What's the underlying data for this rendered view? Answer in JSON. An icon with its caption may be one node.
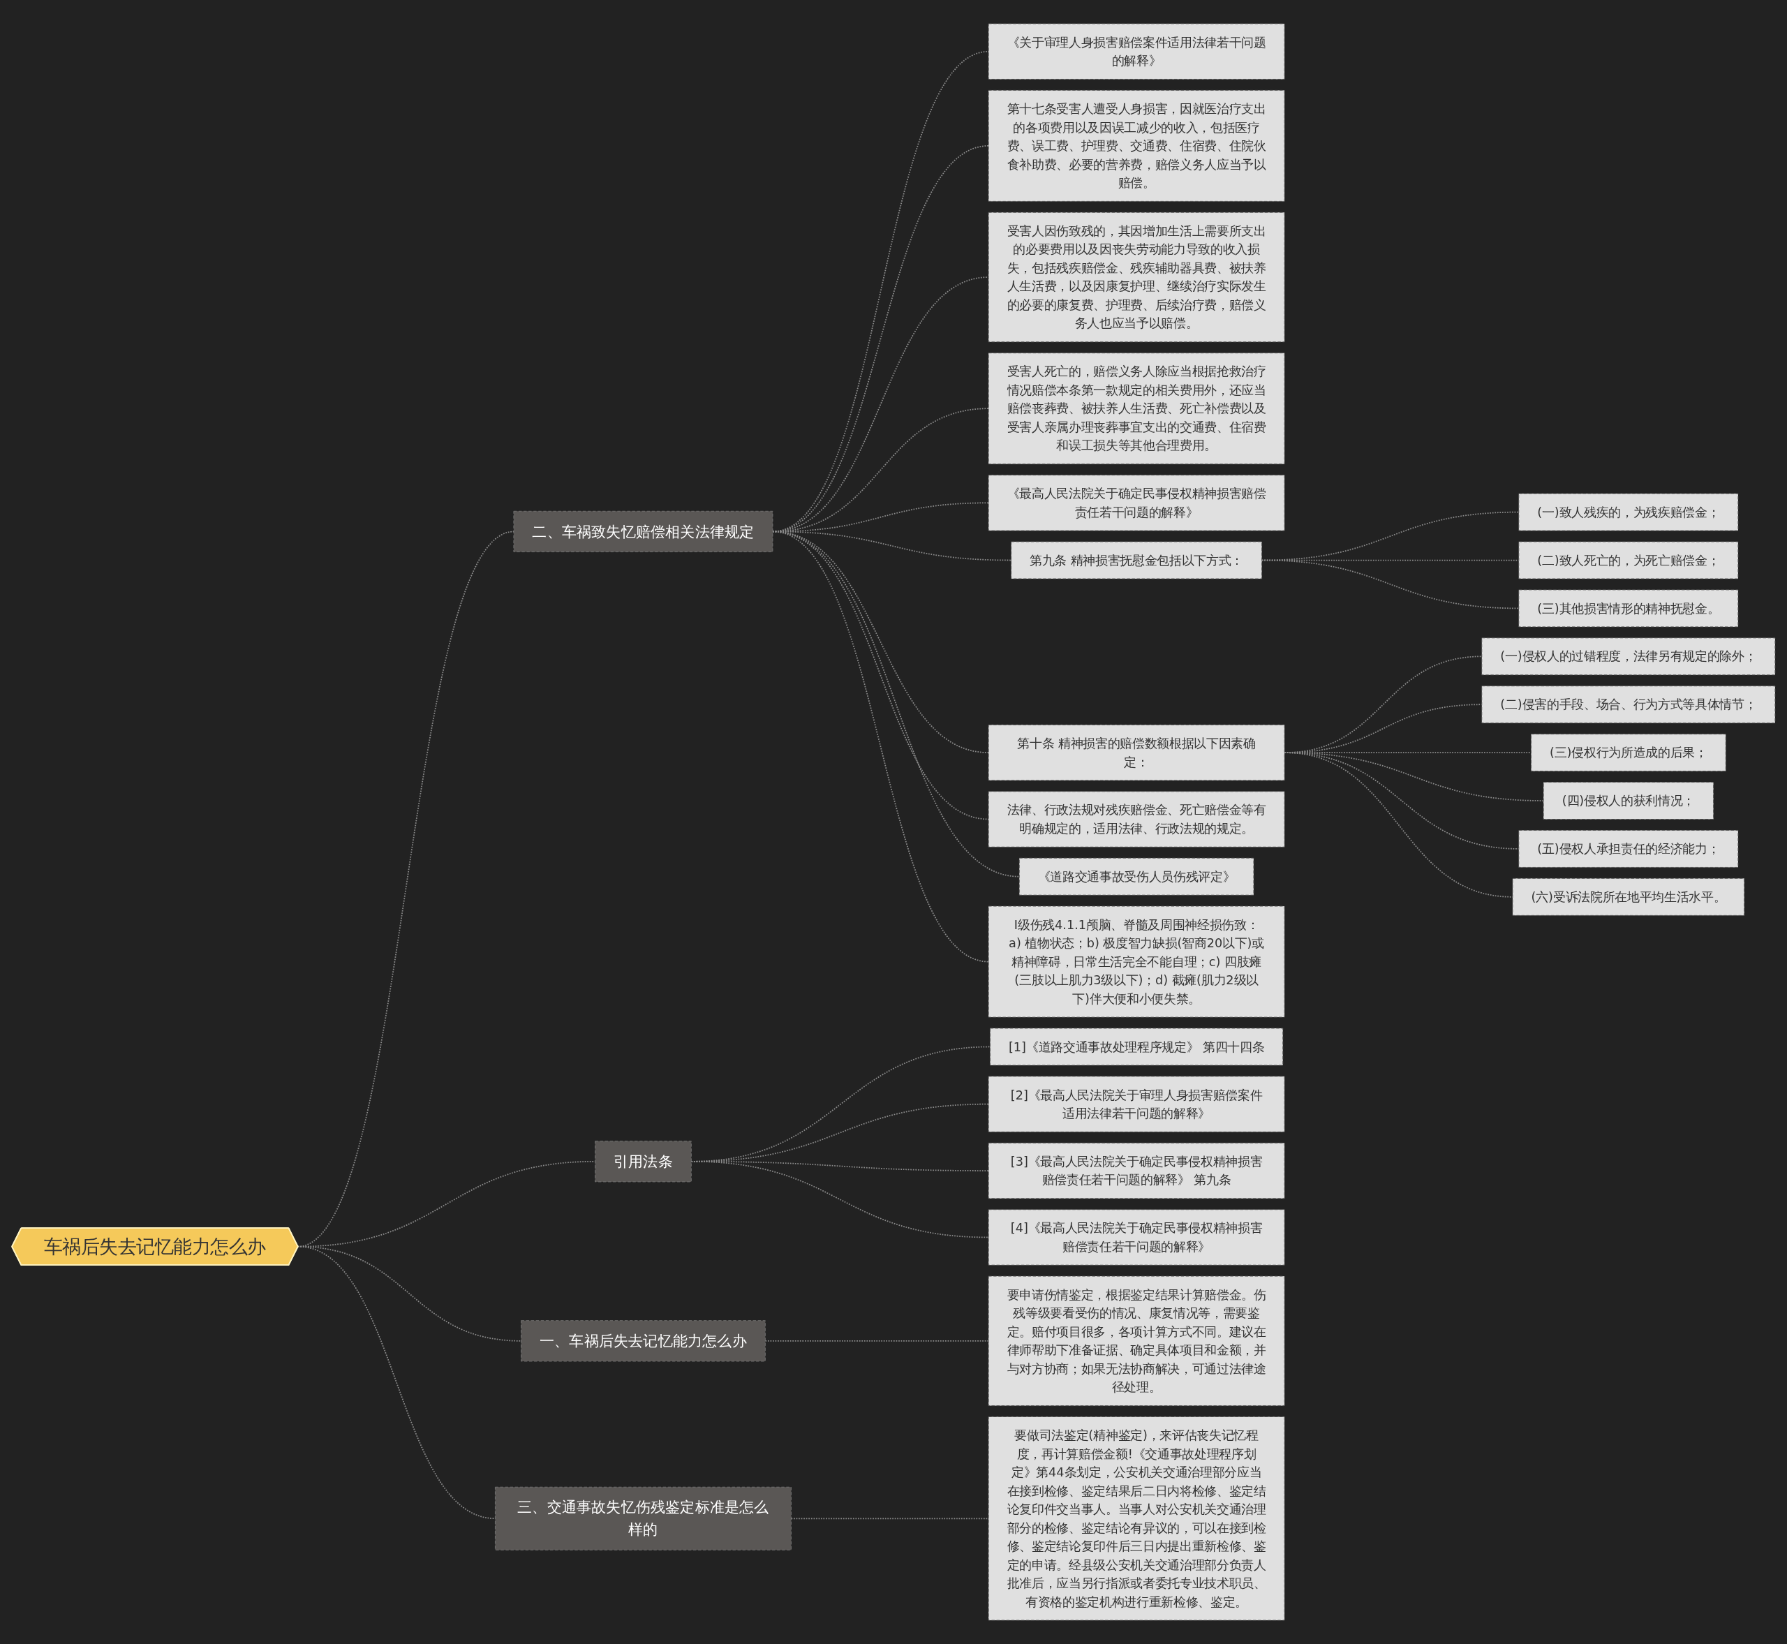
{
  "diagram": {
    "nodes": [
      {
        "text": [
          "车祸后失去记忆能力怎么办"
        ]
      },
      {
        "text": [
          "二、车祸致失忆赔偿相关法律规定"
        ]
      },
      {
        "text": [
          "《关于审理人身损害赔偿案件适用法律若干问题的解释》"
        ]
      },
      {
        "text": [
          "第十七条受害人遭受人身损害，因就医治疗支出的各项费用以及因误工减少的收入，包括医疗费、误工费、护理费、交通费、住宿费、住院伙食补助费、必要的营养费，赔偿义务人应当予以赔偿。"
        ]
      },
      {
        "text": [
          "受害人因伤致残的，其因增加生活上需要所支出的必要费用以及因丧失劳动能力导致的收入损失，包括残疾赔偿金、残疾辅助器具费、被扶养人生活费，以及因康复护理、继续治疗实际发生的必要的康复费、护理费、后续治疗费，赔偿义务人也应当予以赔偿。"
        ]
      },
      {
        "text": [
          "受害人死亡的，赔偿义务人除应当根据抢救治疗情况赔偿本条第一款规定的相关费用外，还应当赔偿丧葬费、被扶养人生活费、死亡补偿费以及受害人亲属办理丧葬事宜支出的交通费、住宿费和误工损失等其他合理费用。"
        ]
      },
      {
        "text": [
          "《最高人民法院关于确定民事侵权精神损害赔偿责任若干问题的解释》"
        ]
      },
      {
        "text": [
          "第九条 精神损害抚慰金包括以下方式："
        ]
      },
      {
        "text": [
          "(一)致人残疾的，为残疾赔偿金；"
        ]
      },
      {
        "text": [
          "(二)致人死亡的，为死亡赔偿金；"
        ]
      },
      {
        "text": [
          "(三)其他损害情形的精神抚慰金。"
        ]
      },
      {
        "text": [
          "第十条 精神损害的赔偿数额根据以下因素确定："
        ]
      },
      {
        "text": [
          "(一)侵权人的过错程度，法律另有规定的除外；"
        ]
      },
      {
        "text": [
          "(二)侵害的手段、场合、行为方式等具体情节；"
        ]
      },
      {
        "text": [
          "(三)侵权行为所造成的后果；"
        ]
      },
      {
        "text": [
          "(四)侵权人的获利情况；"
        ]
      },
      {
        "text": [
          "(五)侵权人承担责任的经济能力；"
        ]
      },
      {
        "text": [
          "(六)受诉法院所在地平均生活水平。"
        ]
      },
      {
        "text": [
          "法律、行政法规对残疾赔偿金、死亡赔偿金等有明确规定的，适用法律、行政法规的规定。"
        ]
      },
      {
        "text": [
          "《道路交通事故受伤人员伤残评定》"
        ]
      },
      {
        "text": [
          "Ⅰ级伤残4.1.1颅脑、脊髓及周围神经损伤致：a) 植物状态；b) 极度智力缺损(智商20以下)或精神障碍，日常生活完全不能自理；c) 四肢瘫(三肢以上肌力3级以下)；d) 截瘫(肌力2级以下)伴大便和小便失禁。"
        ]
      },
      {
        "text": [
          "引用法条"
        ]
      },
      {
        "text": [
          "[1]《道路交通事故处理程序规定》 第四十四条"
        ]
      },
      {
        "text": [
          "[2]《最高人民法院关于审理人身损害赔偿案件适用法律若干问题的解释》"
        ]
      },
      {
        "text": [
          "[3]《最高人民法院关于确定民事侵权精神损害赔偿责任若干问题的解释》 第九条"
        ]
      },
      {
        "text": [
          "[4]《最高人民法院关于确定民事侵权精神损害赔偿责任若干问题的解释》"
        ]
      },
      {
        "text": [
          "一、车祸后失去记忆能力怎么办"
        ]
      },
      {
        "text": [
          "要申请伤情鉴定，根据鉴定结果计算赔偿金。伤残等级要看受伤的情况、康复情况等，需要鉴定。赔付项目很多，各项计算方式不同。建议在律师帮助下准备证据、确定具体项目和金额，并与对方协商；如果无法协商解决，可通过法律途径处理。"
        ]
      },
      {
        "text": [
          "三、交通事故失忆伤残鉴定标准是怎么样的"
        ]
      },
      {
        "text": [
          "要做司法鉴定(精神鉴定)，来评估丧失记忆程度，再计算赔偿金额!《交通事故处理程序划定》第44条划定，公安机关交通治理部分应当在接到检修、鉴定结果后二日内将检修、鉴定结论复印件交当事人。当事人对公安机关交通治理部分的检修、鉴定结论有异议的，可以在接到检修、鉴定结论复印件后三日内提出重新检修、鉴定的申请。经县级公安机关交通治理部分负责人批准后，应当另行指派或者委托专业技术职员、有资格的鉴定机构进行重新检修、鉴定。"
        ]
      }
    ],
    "edges": [
      {
        "from": 0,
        "to": 1,
        "arrow": "none",
        "style": "dashed"
      },
      {
        "from": 1,
        "to": 2,
        "arrow": "none",
        "style": "dashed"
      },
      {
        "from": 1,
        "to": 3,
        "arrow": "none",
        "style": "dashed"
      },
      {
        "from": 1,
        "to": 4,
        "arrow": "none",
        "style": "dashed"
      },
      {
        "from": 1,
        "to": 5,
        "arrow": "none",
        "style": "dashed"
      },
      {
        "from": 1,
        "to": 6,
        "arrow": "none",
        "style": "dashed"
      },
      {
        "from": 1,
        "to": 7,
        "arrow": "none",
        "style": "dashed"
      },
      {
        "from": 7,
        "to": 8,
        "arrow": "none",
        "style": "dashed"
      },
      {
        "from": 7,
        "to": 9,
        "arrow": "none",
        "style": "dashed"
      },
      {
        "from": 7,
        "to": 10,
        "arrow": "none",
        "style": "dashed"
      },
      {
        "from": 1,
        "to": 11,
        "arrow": "none",
        "style": "dashed"
      },
      {
        "from": 11,
        "to": 12,
        "arrow": "none",
        "style": "dashed"
      },
      {
        "from": 11,
        "to": 13,
        "arrow": "none",
        "style": "dashed"
      },
      {
        "from": 11,
        "to": 14,
        "arrow": "none",
        "style": "dashed"
      },
      {
        "from": 11,
        "to": 15,
        "arrow": "none",
        "style": "dashed"
      },
      {
        "from": 11,
        "to": 16,
        "arrow": "none",
        "style": "dashed"
      },
      {
        "from": 11,
        "to": 17,
        "arrow": "none",
        "style": "dashed"
      },
      {
        "from": 1,
        "to": 18,
        "arrow": "none",
        "style": "dashed"
      },
      {
        "from": 1,
        "to": 19,
        "arrow": "none",
        "style": "dashed"
      },
      {
        "from": 1,
        "to": 20,
        "arrow": "none",
        "style": "dashed"
      },
      {
        "from": 0,
        "to": 21,
        "arrow": "none",
        "style": "dashed"
      },
      {
        "from": 21,
        "to": 22,
        "arrow": "none",
        "style": "dashed"
      },
      {
        "from": 21,
        "to": 23,
        "arrow": "none",
        "style": "dashed"
      },
      {
        "from": 21,
        "to": 24,
        "arrow": "none",
        "style": "dashed"
      },
      {
        "from": 21,
        "to": 25,
        "arrow": "none",
        "style": "dashed"
      },
      {
        "from": 0,
        "to": 26,
        "arrow": "none",
        "style": "dashed"
      },
      {
        "from": 26,
        "to": 27,
        "arrow": "none",
        "style": "dashed"
      },
      {
        "from": 0,
        "to": 28,
        "arrow": "none",
        "style": "dashed"
      },
      {
        "from": 28,
        "to": 29,
        "arrow": "none",
        "style": "dashed"
      }
    ]
  }
}
